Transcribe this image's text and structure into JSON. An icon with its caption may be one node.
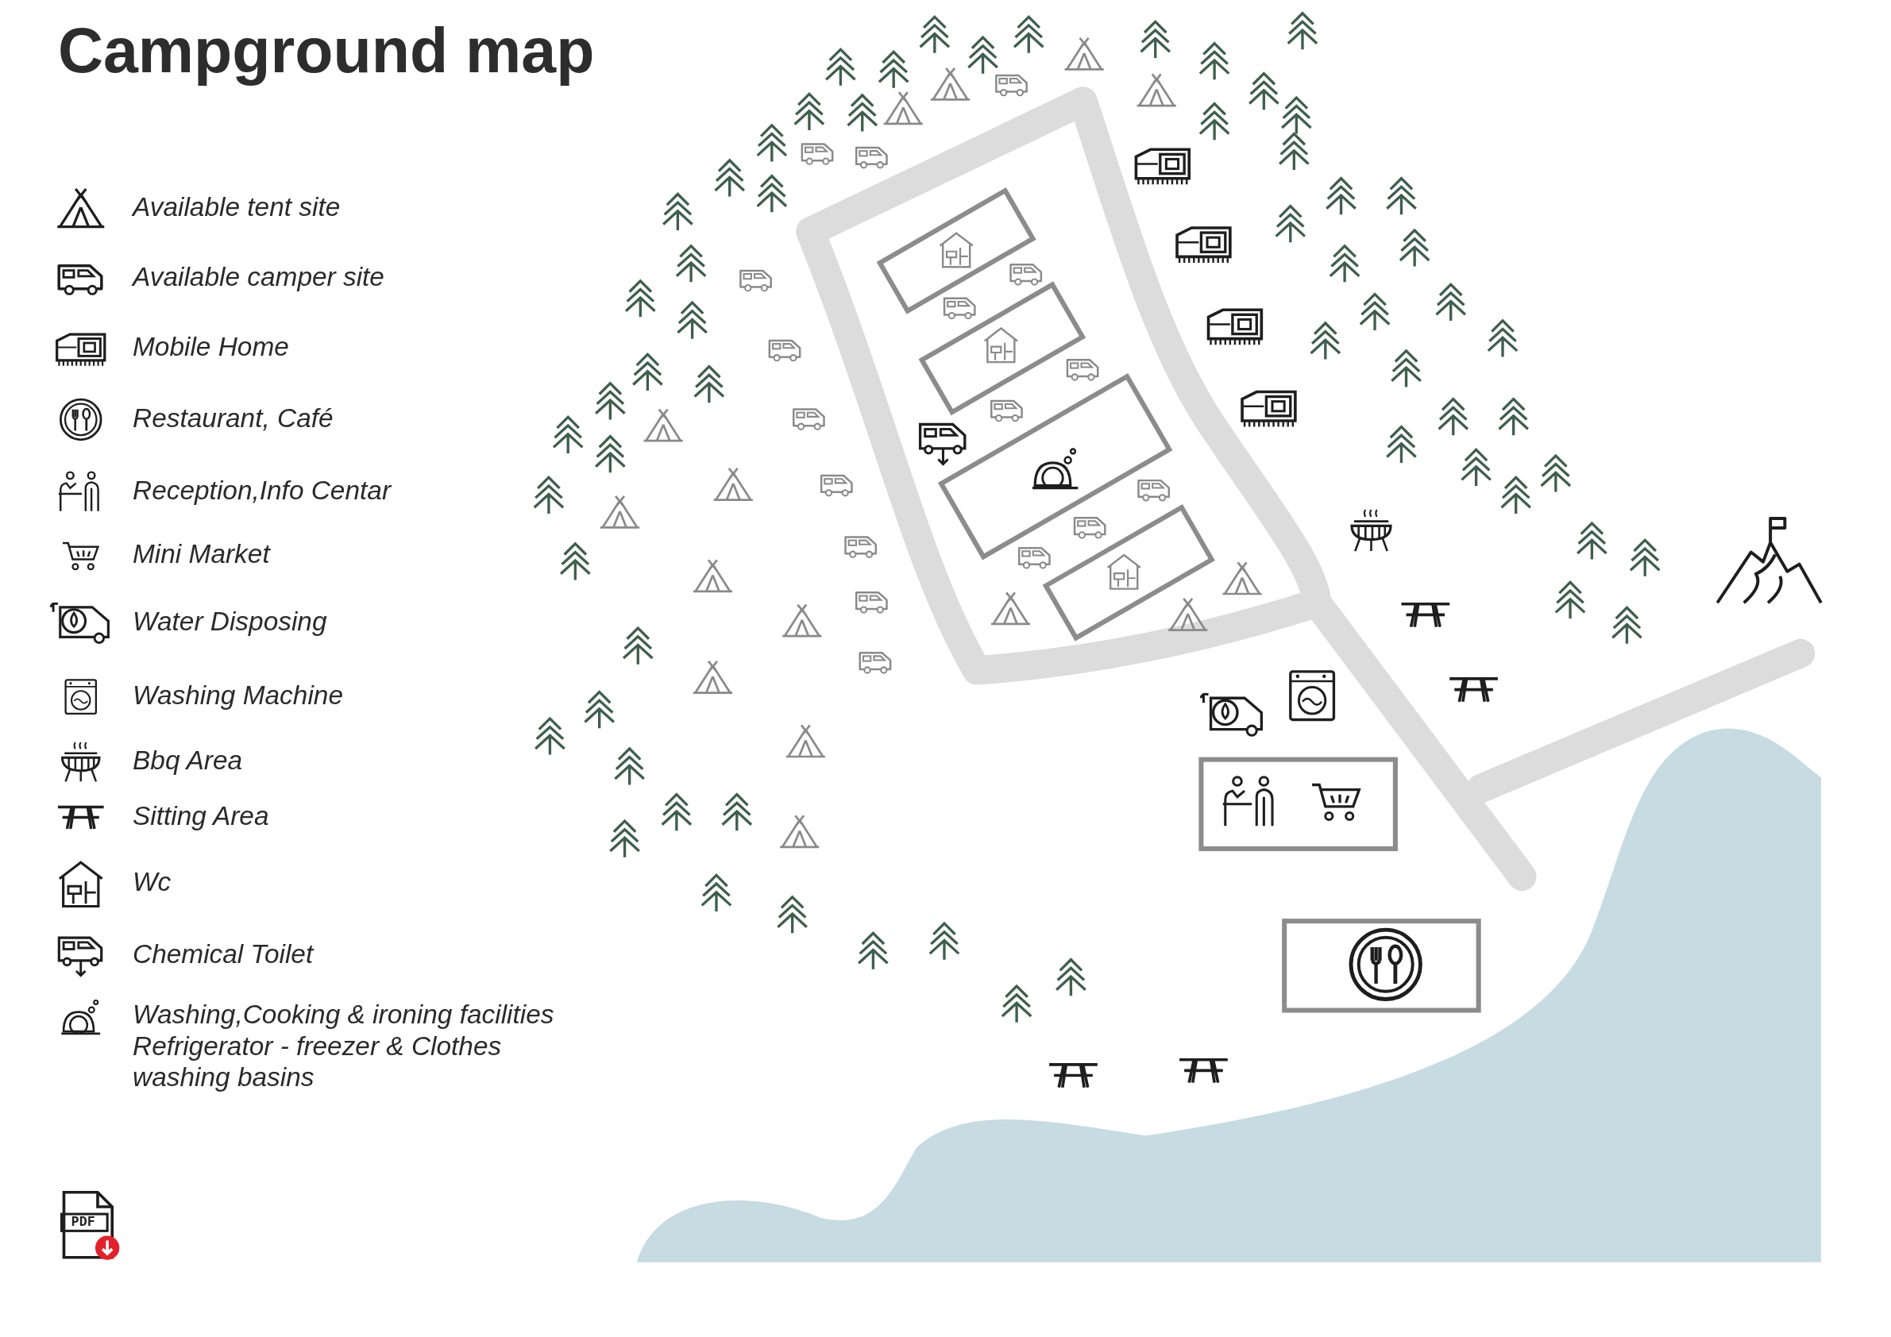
{
  "diagram": {
    "title": "Campground map",
    "labels": [
      "PDF"
    ],
    "legend": [
      {
        "text": "Available tent site"
      },
      {
        "text": "Available camper site"
      },
      {
        "text": "Mobile Home"
      },
      {
        "text": "Restaurant, Café"
      },
      {
        "text": "Reception,Info Centar"
      },
      {
        "text": "Mini Market"
      },
      {
        "text": "Water Disposing"
      },
      {
        "text": "Washing Machine"
      },
      {
        "text": "Bbq Area"
      },
      {
        "text": "Sitting Area"
      },
      {
        "text": "Wc"
      },
      {
        "text": "Chemical Toilet"
      },
      {
        "text": "Washing,Cooking & ironing facilities Refrigerator - freezer & Clothes washing basins"
      }
    ]
  }
}
